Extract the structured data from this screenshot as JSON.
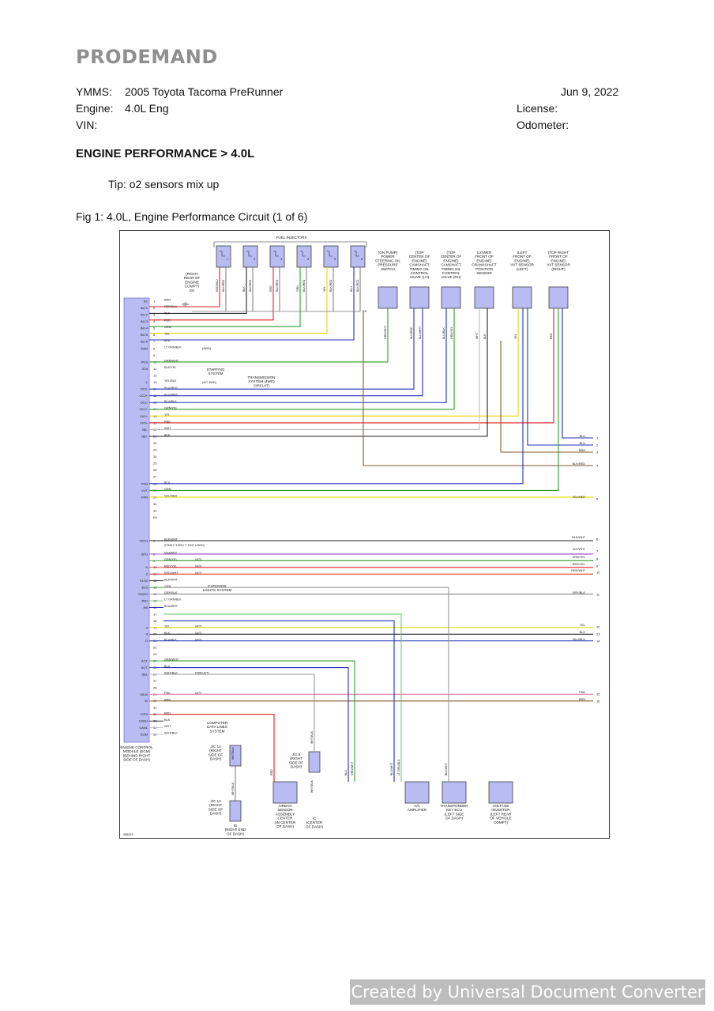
{
  "header": {
    "logo": "PRODEMAND",
    "ymms_label": "YMMS:",
    "ymms_value": "2005 Toyota Tacoma PreRunner",
    "engine_label": "Engine:",
    "engine_value": "4.0L Eng",
    "vin_label": "VIN:",
    "date": "Jun 9, 2022",
    "license_label": "License:",
    "odometer_label": "Odometer:"
  },
  "section_title": "ENGINE PERFORMANCE > 4.0L",
  "tip": "Tip: o2 sensors mix up",
  "figure_caption": "Fig 1: 4.0L, Engine Performance Circuit (1 of 6)",
  "diagram": {
    "fuel_injectors_label": "FUEL INJECTORS",
    "injector_numbers": [
      "1",
      "2",
      "3",
      "4",
      "5",
      "6"
    ],
    "injector_wire_labels": [
      "RED/BLU",
      "BLK/RED",
      "BLK",
      "BLK/RED",
      "RED",
      "BLK/RED",
      "GRN",
      "BLK/RED",
      "YEL",
      "BLK/RED",
      "BLU",
      "BLK/RED"
    ],
    "ground_label": [
      "(RIGHT",
      "REAR OF",
      "ENGINE",
      "COMPT)",
      "E6"
    ],
    "ground_ref": "E6",
    "components": [
      {
        "lines": [
          "(ON PUMP)",
          "POWER",
          "STEERING OIL",
          "PRESSURE",
          "SWITCH"
        ]
      },
      {
        "lines": [
          "(TOP",
          "CENTER OF",
          "ENGINE)",
          "CAMSHAFT",
          "TIMING OIL",
          "CONTROL",
          "VALVE (LH)"
        ]
      },
      {
        "lines": [
          "(TOP",
          "CENTER OF",
          "ENGINE)",
          "CAMSHAFT",
          "TIMING OIL",
          "CONTROL",
          "VALVE (RH)"
        ]
      },
      {
        "lines": [
          "(LOWER",
          "FRONT OF",
          "ENGINE)",
          "CRANKSHAFT",
          "POSITION",
          "SENSOR"
        ]
      },
      {
        "lines": [
          "(LEFT",
          "FRONT OF",
          "ENGINE)",
          "VVT SENSOR",
          "(LEFT)"
        ]
      },
      {
        "lines": [
          "(TOP RIGHT",
          "FRONT OF",
          "ENGINE)",
          "VVT SENSOR",
          "(RIGHT)"
        ]
      }
    ],
    "component_wire_labels": [
      "GRN/WHT",
      "BLU/RED",
      "BLU/WHT",
      "BLU/BLK",
      "GRN/YEL",
      "WHT",
      "BLK",
      "YEL",
      "BLU",
      "BLK",
      "RED",
      "GRN",
      "BLU",
      "GRN"
    ],
    "ecm_pins_a": [
      {
        "n": "1",
        "name": "E1",
        "wire": "BRN"
      },
      {
        "n": "2",
        "name": "INJ 1",
        "wire": "RED/BLU"
      },
      {
        "n": "3",
        "name": "INJ 2",
        "wire": "BLK"
      },
      {
        "n": "4",
        "name": "INJ 3",
        "wire": "RED"
      },
      {
        "n": "5",
        "name": "INJ 4",
        "wire": "GRN"
      },
      {
        "n": "6",
        "name": "INJ 5",
        "wire": "YEL"
      },
      {
        "n": "7",
        "name": "INJ 6",
        "wire": "BLU"
      },
      {
        "n": "8",
        "name": "4WD",
        "wire": "LT GRN/BLK"
      },
      {
        "n": "9",
        "name": "",
        "wire": ""
      },
      {
        "n": "10",
        "name": "PDS",
        "wire": "GRN/WHT"
      },
      {
        "n": "11",
        "name": "STA",
        "wire": "BLK/YEL"
      },
      {
        "n": "12",
        "name": "",
        "wire": ""
      },
      {
        "n": "13",
        "name": "L",
        "wire": "YEL/BLK"
      },
      {
        "n": "14",
        "name": "OC2-",
        "wire": "BLU/RED"
      },
      {
        "n": "15",
        "name": "OC2+",
        "wire": "BLU/WHT"
      },
      {
        "n": "16",
        "name": "OC1-",
        "wire": "BLU/BLK"
      },
      {
        "n": "17",
        "name": "OC1+",
        "wire": "GRN/YEL"
      },
      {
        "n": "18",
        "name": "VV1+",
        "wire": "YEL"
      },
      {
        "n": "19",
        "name": "VV2+",
        "wire": "RED"
      },
      {
        "n": "20",
        "name": "NE-",
        "wire": "WHT"
      },
      {
        "n": "21",
        "name": "NE+",
        "wire": "BLK"
      },
      {
        "n": "22",
        "name": "",
        "wire": ""
      },
      {
        "n": "23",
        "name": "",
        "wire": ""
      },
      {
        "n": "24",
        "name": "",
        "wire": ""
      },
      {
        "n": "25",
        "name": "",
        "wire": ""
      },
      {
        "n": "26",
        "name": "",
        "wire": ""
      },
      {
        "n": "27",
        "name": "",
        "wire": ""
      },
      {
        "n": "28",
        "name": "VVD",
        "wire": "BLU"
      },
      {
        "n": "29",
        "name": "VVT",
        "wire": "GRN"
      },
      {
        "n": "30",
        "name": "FPR",
        "wire": "YEL/RED"
      },
      {
        "n": "31",
        "name": "",
        "wire": ""
      },
      {
        "n": "32",
        "name": "",
        "wire": ""
      },
      {
        "n": "E6",
        "name": "",
        "wire": ""
      }
    ],
    "ecm_pins_b": [
      {
        "n": "1",
        "name": "TACH",
        "wire": "BLK/WHT",
        "note": ""
      },
      {
        "n": "8",
        "name": "SPD",
        "wire": "VIO/WHT",
        "note": ""
      },
      {
        "n": "9",
        "name": "",
        "wire": "GRN/YEL",
        "note": "(A/T)"
      },
      {
        "n": "10",
        "name": "S",
        "wire": "RED/YEL",
        "note": "(A/T)"
      },
      {
        "n": "11",
        "name": "2",
        "wire": "RED/WHT",
        "note": "(A/T)"
      },
      {
        "n": "12",
        "name": "ELS2",
        "wire": "BLK/WHT",
        "note": ""
      },
      {
        "n": "13",
        "name": "ELS",
        "wire": "GRN",
        "note": ""
      },
      {
        "n": "14",
        "name": "THWO",
        "wire": "GRY/BLK",
        "note": ""
      },
      {
        "n": "15",
        "name": "IMO",
        "wire": "LT GRN/BLK",
        "note": ""
      },
      {
        "n": "16",
        "name": "IMI",
        "wire": "BLU/WHT",
        "note": ""
      },
      {
        "n": "17",
        "name": "",
        "wire": "",
        "note": ""
      },
      {
        "n": "18",
        "name": "",
        "wire": "",
        "note": ""
      },
      {
        "n": "19",
        "name": "3",
        "wire": "YEL",
        "note": "(A/T)"
      },
      {
        "n": "20",
        "name": "4",
        "wire": "BLK",
        "note": "(A/T)"
      },
      {
        "n": "21",
        "name": "D",
        "wire": "BLU/BLK",
        "note": "(A/T)"
      },
      {
        "n": "22",
        "name": "",
        "wire": "",
        "note": ""
      },
      {
        "n": "23",
        "name": "",
        "wire": "",
        "note": ""
      },
      {
        "n": "24",
        "name": "ACT",
        "wire": "GRN/WHT",
        "note": ""
      },
      {
        "n": "25",
        "name": "ACT",
        "wire": "BLU",
        "note": ""
      },
      {
        "n": "26",
        "name": "SEL",
        "wire": "WHT/BLK",
        "note": "(2WD A/T)"
      },
      {
        "n": "27",
        "name": "",
        "wire": "",
        "note": ""
      },
      {
        "n": "28",
        "name": "",
        "wire": "",
        "note": ""
      },
      {
        "n": "29",
        "name": "OILW",
        "wire": "PNK",
        "note": "(A/T)"
      },
      {
        "n": "30",
        "name": "W",
        "wire": "BRN",
        "note": ""
      },
      {
        "n": "31",
        "name": "",
        "wire": "",
        "note": ""
      },
      {
        "n": "32",
        "name": "F/PS",
        "wire": "RED",
        "note": ""
      },
      {
        "n": "33",
        "name": "CANH",
        "wire": "BLK",
        "note": ""
      },
      {
        "n": "34",
        "name": "CANL",
        "wire": "WHT",
        "note": ""
      },
      {
        "n": "35",
        "name": "EOM",
        "wire": "WHT/BLK",
        "note": ""
      },
      {
        "n": "E7",
        "name": "",
        "wire": "",
        "note": ""
      }
    ],
    "pins_note": "(PINS 2 THRU 7: NOT USED)",
    "note_4wd": "(4WD)",
    "note_at4wd": "(A/T 4WD)",
    "starting_system": [
      "STARTING",
      "SYSTEM"
    ],
    "transmission_system": [
      "TRANSMISSION",
      "SYSTEM (4WD)",
      "CIRCUIT)"
    ],
    "exterior_lights": [
      "EXTERIOR",
      "LIGHTS SYSTEM"
    ],
    "computer_data_lines": [
      "COMPUTER",
      "DATA LINES",
      "SYSTEM"
    ],
    "ecm_label": [
      "ENGINE CONTROL",
      "MODULE (ECM)",
      "(BEHIND RIGHT",
      "SIDE OF DASH)"
    ],
    "right_refs": [
      {
        "wire": "BLU",
        "n": "1"
      },
      {
        "wire": "BLU",
        "n": "2"
      },
      {
        "wire": "BRN",
        "n": "3"
      },
      {
        "wire": "BLK/RED",
        "n": "4"
      },
      {
        "wire": "YEL/RED",
        "n": "5"
      },
      {
        "wire": "BLK/WHT",
        "n": "6"
      },
      {
        "wire": "VIO/WHT",
        "n": "7"
      },
      {
        "wire": "GRN/YEL",
        "n": "8"
      },
      {
        "wire": "RED/YEL",
        "n": "9"
      },
      {
        "wire": "RED/WHT",
        "n": "10"
      },
      {
        "wire": "GRY/BLK",
        "n": "11"
      },
      {
        "wire": "YEL",
        "n": "12"
      },
      {
        "wire": "BLK",
        "n": "13"
      },
      {
        "wire": "BLU/BLK",
        "n": "14"
      },
      {
        "wire": "PNK",
        "n": "15"
      },
      {
        "wire": "BRN",
        "n": "16"
      }
    ],
    "jc14": [
      "J/C 14",
      "(RIGHT",
      "SIDE OF",
      "DASH)"
    ],
    "jc13": [
      "J/C 13",
      "(RIGHT",
      "SIDE OF",
      "DASH)"
    ],
    "jc5": [
      "J/C 5",
      "(RIGHT",
      "SIDE OF",
      "DASH)"
    ],
    "ground_ie": [
      "IE",
      "(RIGHT END",
      "OF DASH)"
    ],
    "ground_ic": [
      "IC",
      "(CENTER",
      "OF DASH)"
    ],
    "bottom_components": [
      {
        "lines": [
          "AIRBAG",
          "SENSOR",
          "ASSEMBLY",
          "CENTER",
          "(IN CENTER",
          "OF DASH)"
        ]
      },
      {
        "lines": [
          "A/C",
          "AMPLIFIER"
        ]
      },
      {
        "lines": [
          "TRANSPONDER",
          "KEY ECU",
          "(LEFT SIDE",
          "OF DASH)"
        ]
      },
      {
        "lines": [
          "VOLTAGE",
          "INVERTER",
          "(LEFT REAR",
          "OF VEHICLE",
          "COMPT)"
        ]
      }
    ],
    "bottom_wire_labels": [
      "WHT/BLK",
      "WHT/BLK",
      "RED",
      "WHT/BLK",
      "WHT/BLK",
      "BLU",
      "GRN/WHT",
      "BLU/WHT",
      "LT GRN/BLK",
      "BLK/WHT"
    ],
    "figure_id": "258519"
  },
  "watermark": "Created by Universal Document Converter",
  "wire_colors": {
    "BRN": "#8b5a2b",
    "RED": "#e02020",
    "BLK": "#222222",
    "GRN": "#2e9e2e",
    "YEL": "#e8d800",
    "BLU": "#2030b8",
    "WHT": "#bcbcbc",
    "PNK": "#e070b0",
    "VIO": "#9040c0",
    "GRY": "#888888",
    "LTGRN": "#70c870"
  }
}
